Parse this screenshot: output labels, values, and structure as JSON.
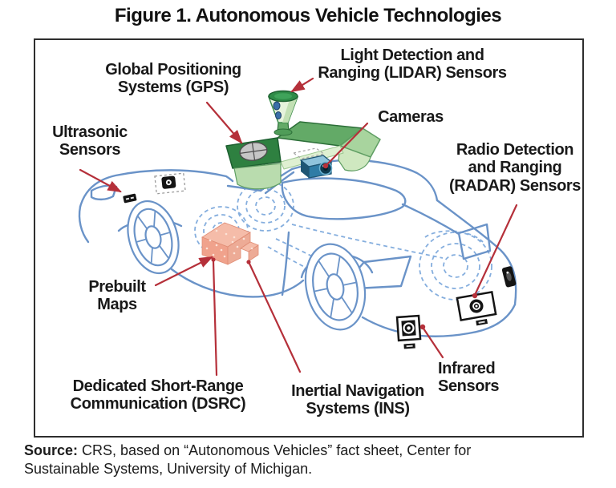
{
  "title": "Figure 1. Autonomous Vehicle Technologies",
  "diagram": {
    "labels": {
      "gps": "Global Positioning\nSystems (GPS)",
      "lidar": "Light Detection and\nRanging (LIDAR) Sensors",
      "cameras": "Cameras",
      "ultrasonic": "Ultrasonic\nSensors",
      "radar": "Radio Detection\nand Ranging\n(RADAR) Sensors",
      "prebuilt_maps": "Prebuilt\nMaps",
      "dsrc": "Dedicated Short-Range\nCommunication (DSRC)",
      "ins": "Inertial Navigation\nSystems (INS)",
      "infrared": "Infrared\nSensors"
    },
    "components": [
      "lidar-roof-cone",
      "gps-dome-on-roof-platform",
      "windshield-camera-unit",
      "front-fender-ultrasonic-sensor",
      "hood-sensor",
      "prebuilt-maps-block",
      "rear-radar-panel",
      "rear-infrared-sensor",
      "car-line-drawing"
    ],
    "colors": {
      "leader_line": "#b5303a",
      "car_outline": "#6a93c8",
      "car_hidden_dashed": "#85aede",
      "lidar_green_dark": "#2e8040",
      "lidar_green_mid": "#63aa67",
      "lidar_green_light": "#d8ecc8",
      "camera_blue": "#2f7ca6",
      "prebuilt_salmon": "#f0a28c",
      "sensor_black": "#141414",
      "text": "#191919"
    }
  },
  "source": {
    "prefix": "Source:",
    "text": " CRS, based on “Autonomous Vehicles” fact sheet, Center for\nSustainable Systems, University of Michigan."
  }
}
